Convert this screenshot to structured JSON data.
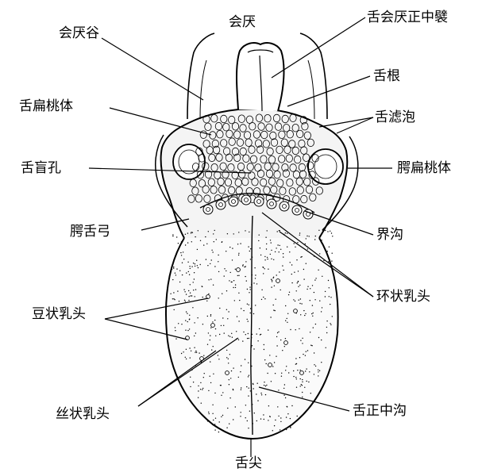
{
  "labels": {
    "epiglottic_vallecula": "会厌谷",
    "epiglottis": "会厌",
    "median_glossoepiglottic_fold": "舌会厌正中襞",
    "tongue_root": "舌根",
    "lingual_tonsil": "舌扁桃体",
    "lingual_follicles": "舌滤泡",
    "foramen_cecum": "舌盲孔",
    "palatine_tonsil": "腭扁桃体",
    "palatoglossal_arch": "腭舌弓",
    "terminal_sulcus": "界沟",
    "vallate_papillae": "环状乳头",
    "fungiform_papillae": "豆状乳头",
    "filiform_papillae": "丝状乳头",
    "median_sulcus": "舌正中沟",
    "tongue_tip": "舌尖"
  }
}
